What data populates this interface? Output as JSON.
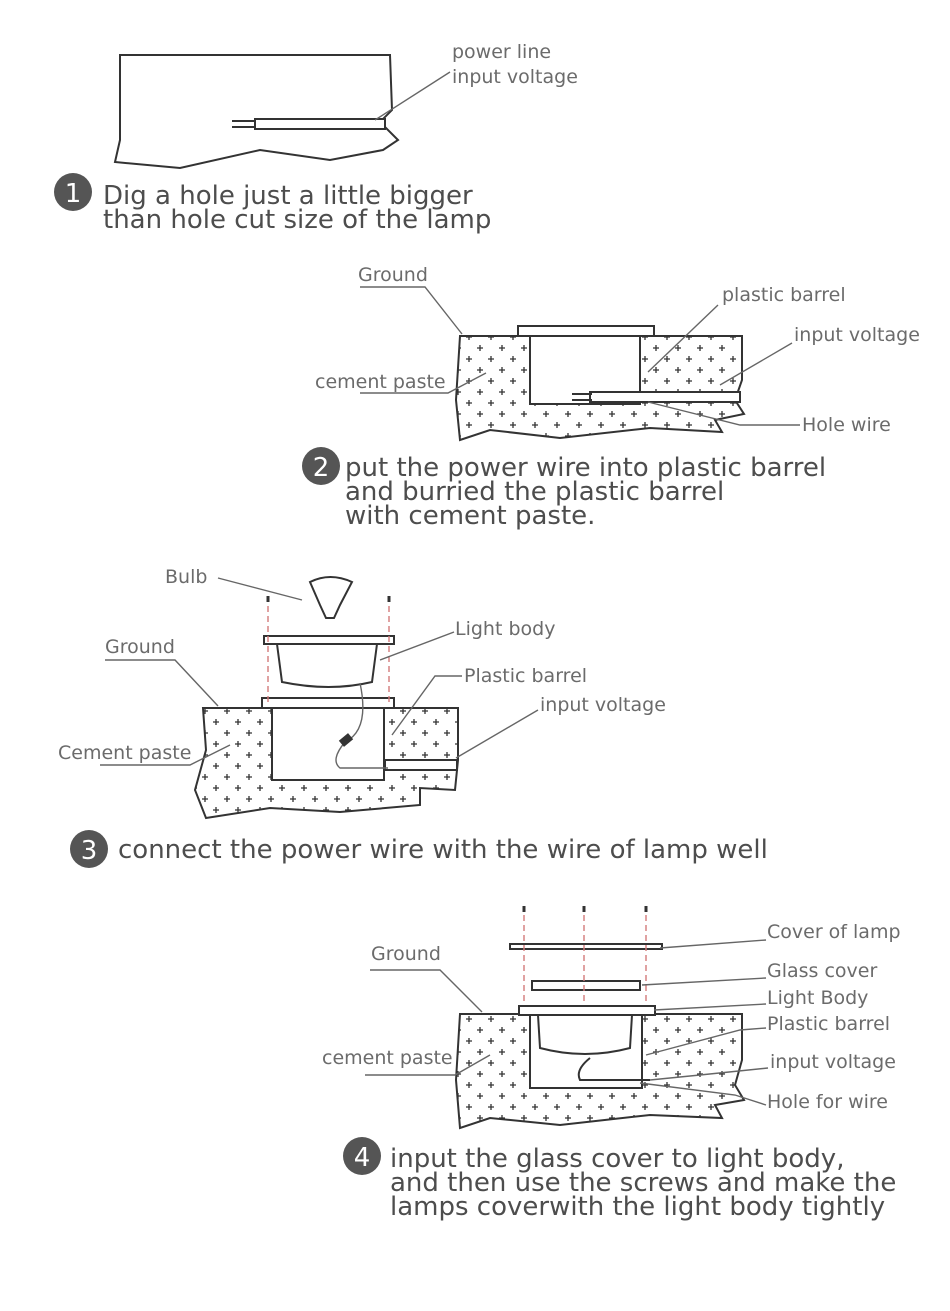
{
  "colors": {
    "badge": "#555555",
    "text": "#4d4d4d",
    "label": "#6b6b6b",
    "guide": "#d27a7a"
  },
  "step1": {
    "number": "1",
    "text_lines": [
      "Dig a hole just a little bigger",
      "than hole cut size of the lamp"
    ],
    "labels": {
      "power_line": "power line",
      "input_voltage": "input voltage"
    }
  },
  "step2": {
    "number": "2",
    "text_lines": [
      "put the power wire into plastic barrel",
      "and burried the plastic barrel",
      "with cement paste."
    ],
    "labels": {
      "ground": "Ground",
      "plastic_barrel": "plastic barrel",
      "input_voltage": "input voltage",
      "cement_paste": "cement paste",
      "hole_wire": "Hole wire"
    }
  },
  "step3": {
    "number": "3",
    "text_lines": [
      "connect the power wire with the wire of lamp well"
    ],
    "labels": {
      "bulb": "Bulb",
      "light_body": "Light body",
      "ground": "Ground",
      "plastic_barrel": "Plastic barrel",
      "input_voltage": "input voltage",
      "cement_paste": "Cement paste"
    }
  },
  "step4": {
    "number": "4",
    "text_lines": [
      "input the glass cover to light body,",
      "and then use the screws and make the",
      "lamps coverwith the light body tightly"
    ],
    "labels": {
      "cover_of_lamp": "Cover of lamp",
      "glass_cover": "Glass cover",
      "ground": "Ground",
      "light_body": "Light Body",
      "plastic_barrel": "Plastic barrel",
      "cement_paste": "cement paste",
      "input_voltage": "input voltage",
      "hole_for_wire": "Hole for wire"
    }
  }
}
